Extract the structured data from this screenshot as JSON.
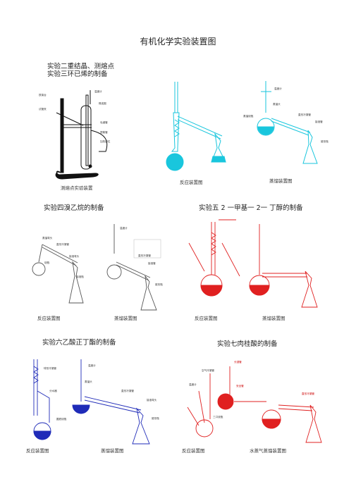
{
  "title": "有机化学实验装置图",
  "sections": {
    "exp2_3_line1": "实验二重结晶、测熔点",
    "exp2_3_line2": "实验三环已烯的制备",
    "exp4": "实验四溴乙烷的制备",
    "exp5": "实验五 2 一甲基一 2一 丁醇的制备",
    "exp6": "实验六乙酸正丁酯的制备",
    "exp7": "实验七肉桂酸的制备"
  },
  "captions": {
    "melting_point": "测熔点实验装置",
    "exp3_reaction": "反应装置图",
    "exp3_distill": "蒸馏装置图",
    "exp4_reaction": "反应装置图",
    "exp4_distill": "蒸馏装置图",
    "exp5_reaction": "反应装置图",
    "exp5_distill": "蒸馏装置图",
    "exp6_reaction": "反应装置图",
    "exp6_distill": "蒸馏装置图",
    "exp7_reaction": "反应装置图",
    "exp7_distill": "水蒸气蒸馏装置图"
  },
  "labels": {
    "mp_stand": "铁架台",
    "mp_clamp": "试管夹",
    "mp_thermo": "温度计",
    "mp_sample": "毛细管",
    "mp_tube": "提勒管",
    "mp_heat": "加热部位",
    "mp_rubber": "橡皮圈",
    "e3_thermo": "温度计",
    "e3_head": "蒸馏头",
    "e3_condenser": "直形冷凝管",
    "e3_flask": "蒸馏烧瓶",
    "e3_adapter": "接液管",
    "e3_receiver": "锥形瓶",
    "e4_head": "蒸馏弯头",
    "e4_condenser": "直形冷凝管",
    "e4_adapter": "接液弯头",
    "e4_flask": "烧瓶",
    "e4_receiver": "接液瓶",
    "e4_thermo": "温度计",
    "e4_dist_cond": "直形冷凝管",
    "e4_dist_adapter": "接液管",
    "e4_dist_receiver": "锥形瓶",
    "e6_condenser": "球形冷凝管",
    "e6_trap": "分水器",
    "e6_flask": "圆底烧瓶",
    "e6_thermo": "温度计",
    "e6_head": "蒸馏头",
    "e6_cond2": "直形冷凝管",
    "e6_adapter": "接液弯头",
    "e6_receiver": "锥形瓶",
    "e7_tube": "空气冷凝管",
    "e7_thermo": "温度计",
    "e7_flask": "三口烧瓶",
    "e7_safety": "安全管",
    "e7_steam": "长颈管",
    "e7_cond": "直形冷凝管"
  }
}
